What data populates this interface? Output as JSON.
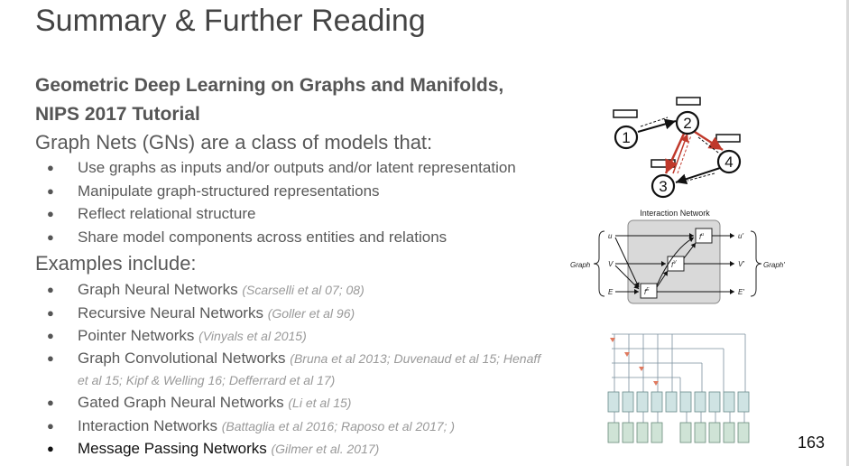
{
  "slide": {
    "title": "Summary & Further Reading",
    "subtitle_line1": "Geometric Deep Learning on Graphs and Manifolds,",
    "subtitle_line2": "NIPS 2017 Tutorial",
    "gn_intro": "Graph Nets (GNs) are a class of models that:",
    "gn_bullets": [
      "Use graphs as inputs and/or outputs and/or latent representation",
      "Manipulate graph-structured representations",
      "Reflect relational structure",
      "Share model components across entities and relations"
    ],
    "examples_heading": "Examples include:",
    "examples": [
      {
        "name": "Graph Neural Networks",
        "cite": "(Scarselli et al 07; 08)"
      },
      {
        "name": "Recursive Neural Networks",
        "cite": "(Goller et al 96)"
      },
      {
        "name": "Pointer Networks",
        "cite": "(Vinyals et al 2015)"
      },
      {
        "name": "Graph Convolutional Networks",
        "cite": "(Bruna et al 2013; Duvenaud et al 15; Henaff et al 15; Kipf & Welling 16; Defferrard et al 17)"
      },
      {
        "name": "Gated Graph Neural Networks",
        "cite": "(Li et al 15)"
      },
      {
        "name": "Interaction Networks",
        "cite": "(Battaglia et al 2016; Raposo et al 2017; )"
      },
      {
        "name": "Message Passing Networks",
        "cite": "(Gilmer et al. 2017)"
      }
    ],
    "bullet_glyph": "●",
    "page_number": "163"
  },
  "figures": {
    "graph": {
      "nodes": [
        "1",
        "2",
        "3",
        "4"
      ]
    },
    "interaction_network": {
      "title": "Interaction Network",
      "left_label": "Graph",
      "right_label": "Graph'",
      "inputs": [
        "u",
        "V",
        "E"
      ],
      "outputs": [
        "u'",
        "V'",
        "E'"
      ],
      "functions": [
        "f",
        "f",
        "f"
      ],
      "function_superscripts": [
        "u",
        "V",
        "E"
      ]
    }
  }
}
